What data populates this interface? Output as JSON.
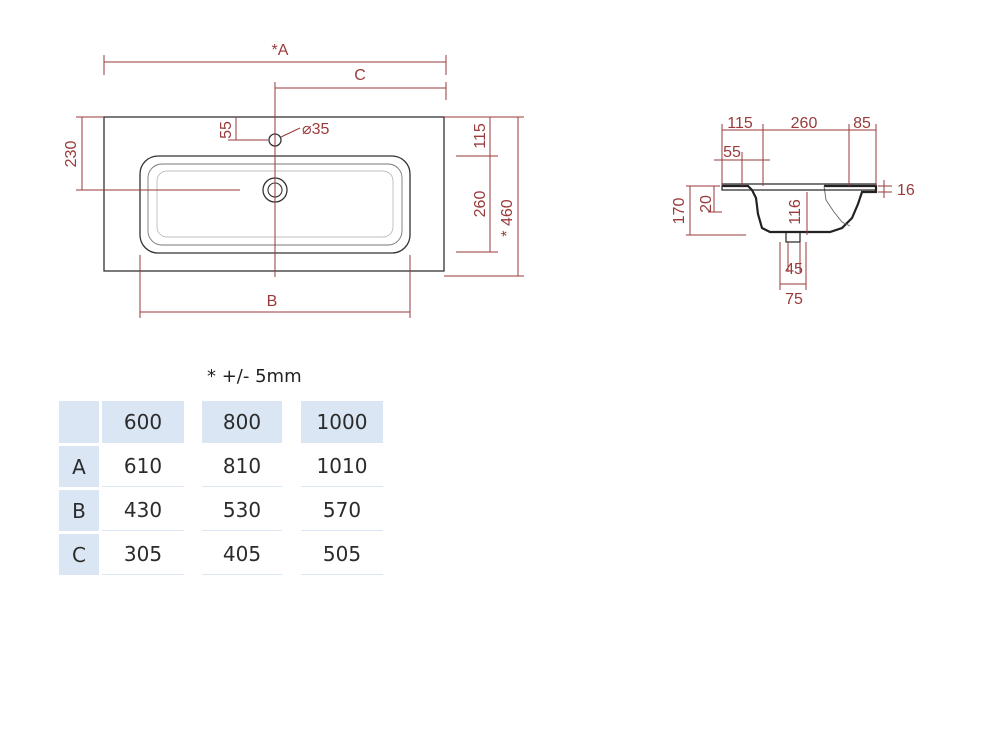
{
  "dimensions": {
    "front": {
      "total_width": "*A",
      "tap_offset": "C",
      "bowl_width": "B",
      "tap_hole_offset": "55",
      "tap_hole_diameter": "⌀35",
      "drain_offset": "230",
      "top_depth": "115",
      "bowl_depth": "260",
      "total_depth": "* 460"
    },
    "side": {
      "d115": "115",
      "d260": "260",
      "d85": "85",
      "d55": "55",
      "d16": "16",
      "d170": "170",
      "d20": "20",
      "d116": "116",
      "d45": "45",
      "d75": "75"
    }
  },
  "tolerance_note": "* +/- 5mm",
  "size_table": {
    "columns": [
      "600",
      "800",
      "1000"
    ],
    "rows": [
      {
        "label": "A",
        "values": [
          "610",
          "810",
          "1010"
        ]
      },
      {
        "label": "B",
        "values": [
          "430",
          "530",
          "570"
        ]
      },
      {
        "label": "C",
        "values": [
          "305",
          "405",
          "505"
        ]
      }
    ]
  },
  "colors": {
    "dimension_line": "#9a3a3a",
    "outline": "#333333",
    "table_header": "#dbe6f4"
  }
}
